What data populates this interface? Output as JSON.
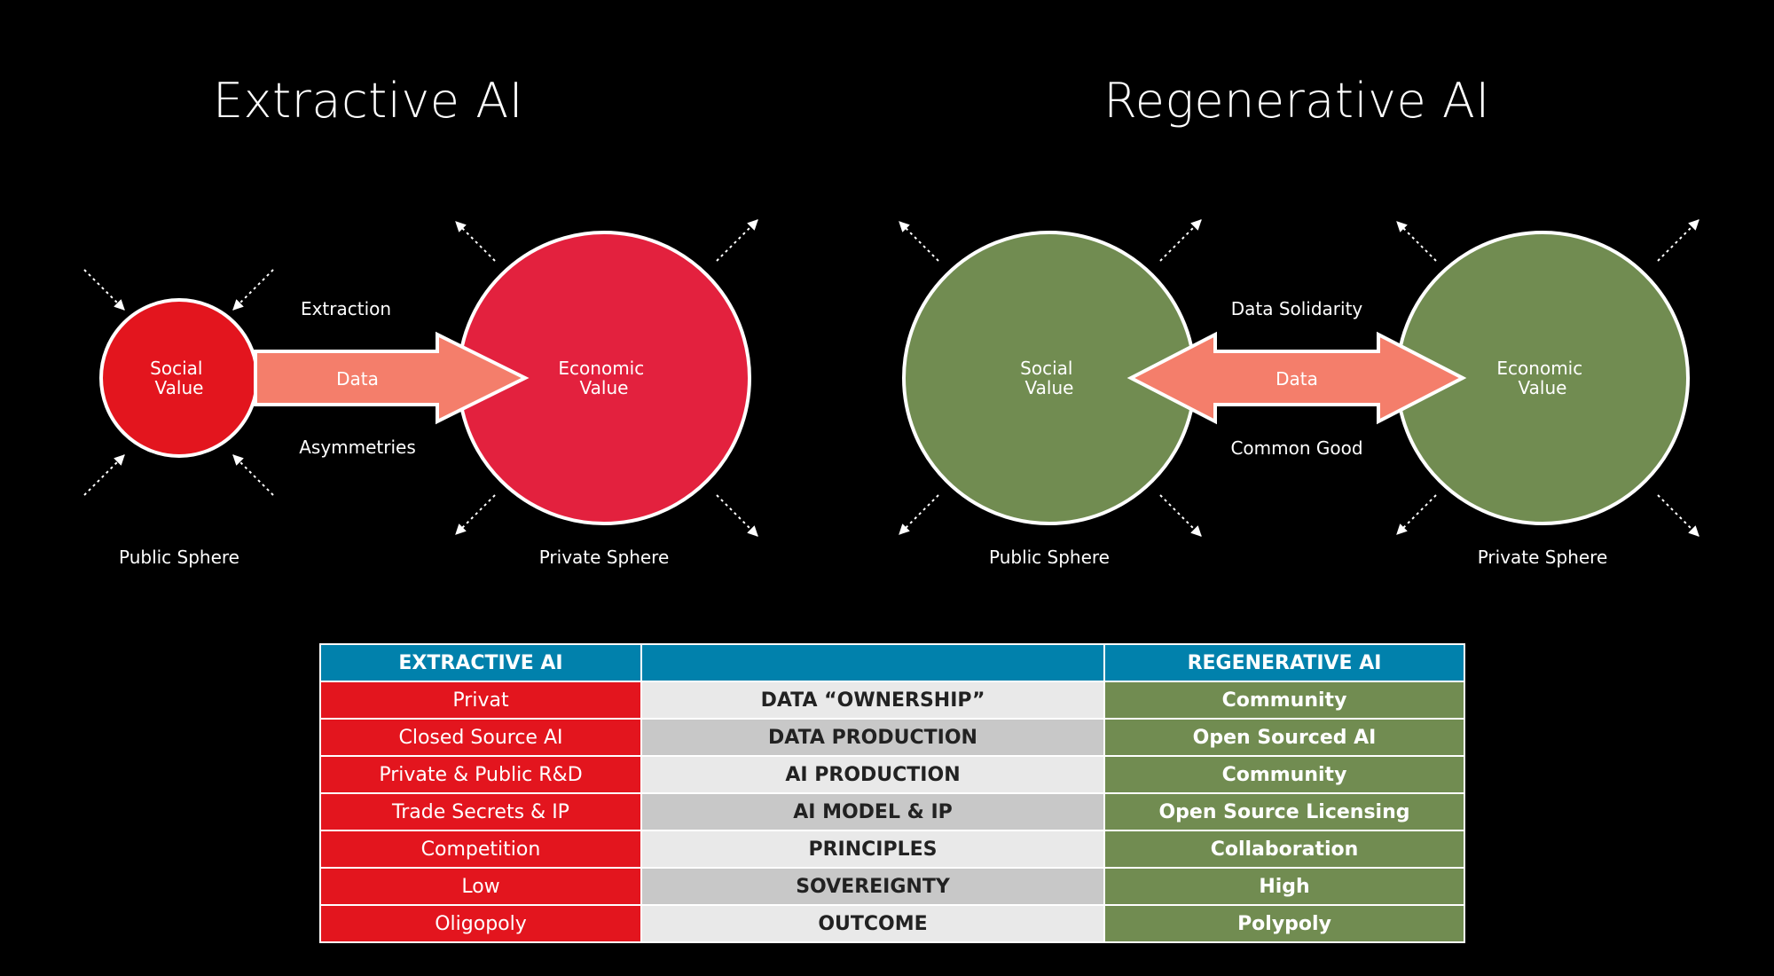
{
  "extractive": {
    "title": "Extractive AI",
    "small_circle": "Social\nValue",
    "big_circle": "Economic\nValue",
    "arrow_label": "Data",
    "label_top": "Extraction",
    "label_bottom": "Asymmetries",
    "sphere_left": "Public Sphere",
    "sphere_right": "Private Sphere",
    "circle_small_color": "#e3151e",
    "circle_big_color": "#e3213e"
  },
  "regenerative": {
    "title": "Regenerative AI",
    "left_circle": "Social\nValue",
    "right_circle": "Economic\nValue",
    "arrow_label": "Data",
    "label_top": "Data Solidarity",
    "label_bottom": "Common Good",
    "sphere_left": "Public Sphere",
    "sphere_right": "Private Sphere",
    "circle_color": "#718c51"
  },
  "arrow_color": "#f47e6b",
  "table": {
    "headers": [
      "EXTRACTIVE AI",
      "",
      "REGENERATIVE AI"
    ],
    "rows": [
      {
        "extractive": "Privat",
        "dimension": "DATA “OWNERSHIP”",
        "regenerative": "Community"
      },
      {
        "extractive": "Closed Source AI",
        "dimension": "DATA PRODUCTION",
        "regenerative": "Open Sourced AI"
      },
      {
        "extractive": "Private & Public R&D",
        "dimension": "AI PRODUCTION",
        "regenerative": "Community"
      },
      {
        "extractive": "Trade Secrets & IP",
        "dimension": "AI MODEL & IP",
        "regenerative": "Open Source Licensing"
      },
      {
        "extractive": "Competition",
        "dimension": "PRINCIPLES",
        "regenerative": "Collaboration"
      },
      {
        "extractive": "Low",
        "dimension": "SOVEREIGNTY",
        "regenerative": "High"
      },
      {
        "extractive": "Oligopoly",
        "dimension": "OUTCOME",
        "regenerative": "Polypoly"
      }
    ]
  }
}
